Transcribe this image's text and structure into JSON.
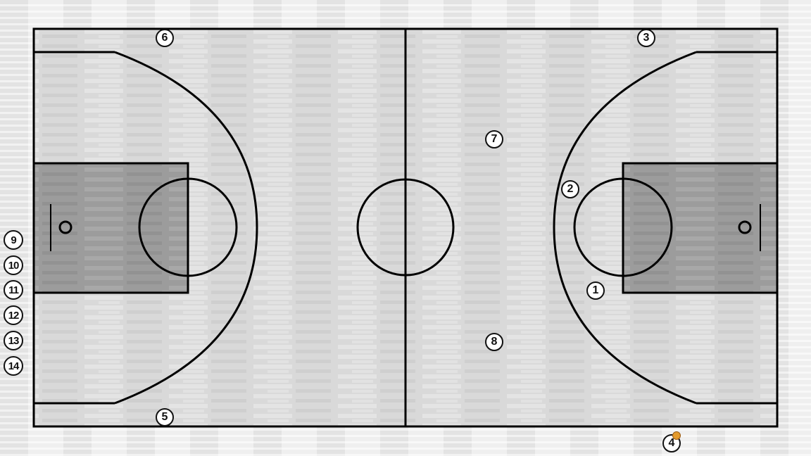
{
  "court": {
    "floor_color": "#dcdcdc",
    "paint_color": "#9e9e9e",
    "line_color": "#000000"
  },
  "ball": {
    "color": "#e39a2c"
  },
  "players": {
    "court": [
      {
        "number": "1"
      },
      {
        "number": "2"
      },
      {
        "number": "3"
      },
      {
        "number": "4"
      },
      {
        "number": "5"
      },
      {
        "number": "6"
      },
      {
        "number": "7"
      },
      {
        "number": "8"
      }
    ],
    "bench": [
      {
        "number": "9"
      },
      {
        "number": "10"
      },
      {
        "number": "11"
      },
      {
        "number": "12"
      },
      {
        "number": "13"
      },
      {
        "number": "14"
      }
    ]
  }
}
